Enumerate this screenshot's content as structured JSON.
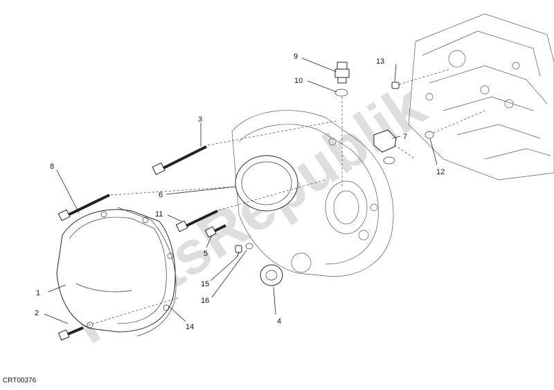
{
  "diagram": {
    "code": "CRT00376",
    "watermark": "PartsRepublik",
    "callouts": [
      "1",
      "2",
      "3",
      "4",
      "5",
      "6",
      "7",
      "8",
      "9",
      "10",
      "11",
      "12",
      "13",
      "14",
      "15",
      "16"
    ]
  }
}
